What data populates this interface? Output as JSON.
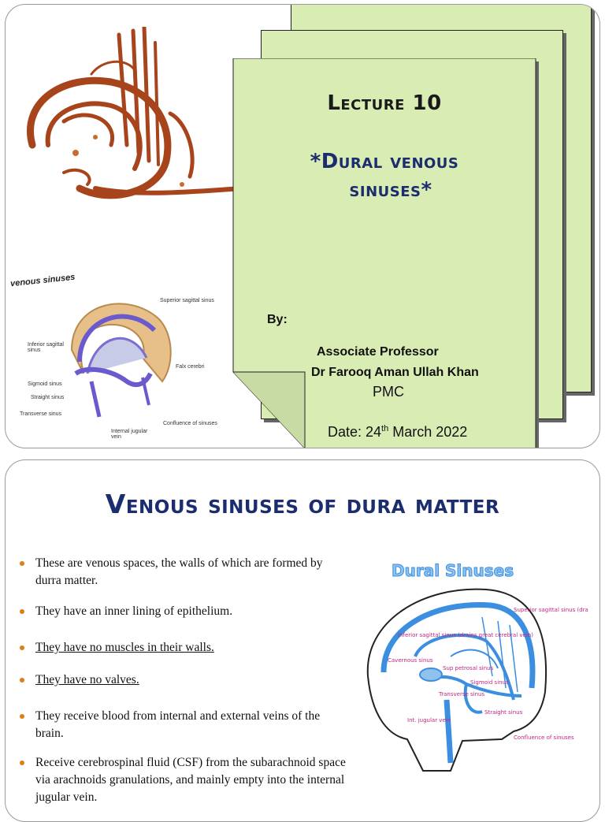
{
  "slide1": {
    "lecture": "Lecture 10",
    "title_line1": "*Dural venous",
    "title_line2": "sinuses*",
    "by_label": "By:",
    "author_role": "Associate Professor",
    "author_name": "Dr Farooq Aman Ullah Khan",
    "institution": "PMC",
    "date_prefix": "Date: 24",
    "date_sup": "th",
    "date_suffix": " March 2022",
    "figure": {
      "title": "venous sinuses",
      "labels": {
        "superior_sagittal": "Superior sagittal sinus",
        "inferior_sagittal": "Inferior sagittal sinus",
        "falx": "Falx cerebri",
        "sigmoid": "Sigmoid sinus",
        "straight": "Straight sinus",
        "transverse": "Transverse sinus",
        "internal_jugular": "Internal jugular vein",
        "confluence": "Confluence of sinuses"
      }
    },
    "colors": {
      "page_fill": "#d9ecb4",
      "title_blue": "#1b2d6e",
      "calligraphy": "#a8441c"
    }
  },
  "slide2": {
    "title": "Venous sinuses of dura matter",
    "bullets": [
      {
        "text": "These are venous spaces, the walls of which are formed by durra matter.",
        "underline": false
      },
      {
        "text": "They have an inner lining of epithelium.",
        "underline": false
      },
      {
        "text": "They have no muscles in their walls.",
        "underline": true
      },
      {
        "text": "They have no valves.",
        "underline": true
      },
      {
        "text": "They receive blood from internal and external veins of the brain.",
        "underline": false
      },
      {
        "text": "Receive cerebrospinal fluid (CSF) from the subarachnoid space via arachnoids granulations, and mainly empty into the internal jugular vein.",
        "underline": false
      }
    ],
    "figure": {
      "title": "Dural Sinuses",
      "labels": {
        "superior": "Superior sagittal sinus (drains superior cerebral vein)",
        "inferior": "Inferior sagittal sinus (drains great cerebral vein)",
        "cavernous": "Cavernous sinus",
        "sup_petrosal": "Sup petrosal sinus",
        "sigmoid": "Sigmoid sinus",
        "transverse": "Transverse sinus",
        "straight": "Straight sinus",
        "int_jugular": "Int. jugular vein",
        "confluence": "Confluence of sinuses"
      }
    },
    "colors": {
      "bullet": "#e07a1a",
      "sinus_blue": "#3b8ee0",
      "label_magenta": "#c02680"
    }
  }
}
